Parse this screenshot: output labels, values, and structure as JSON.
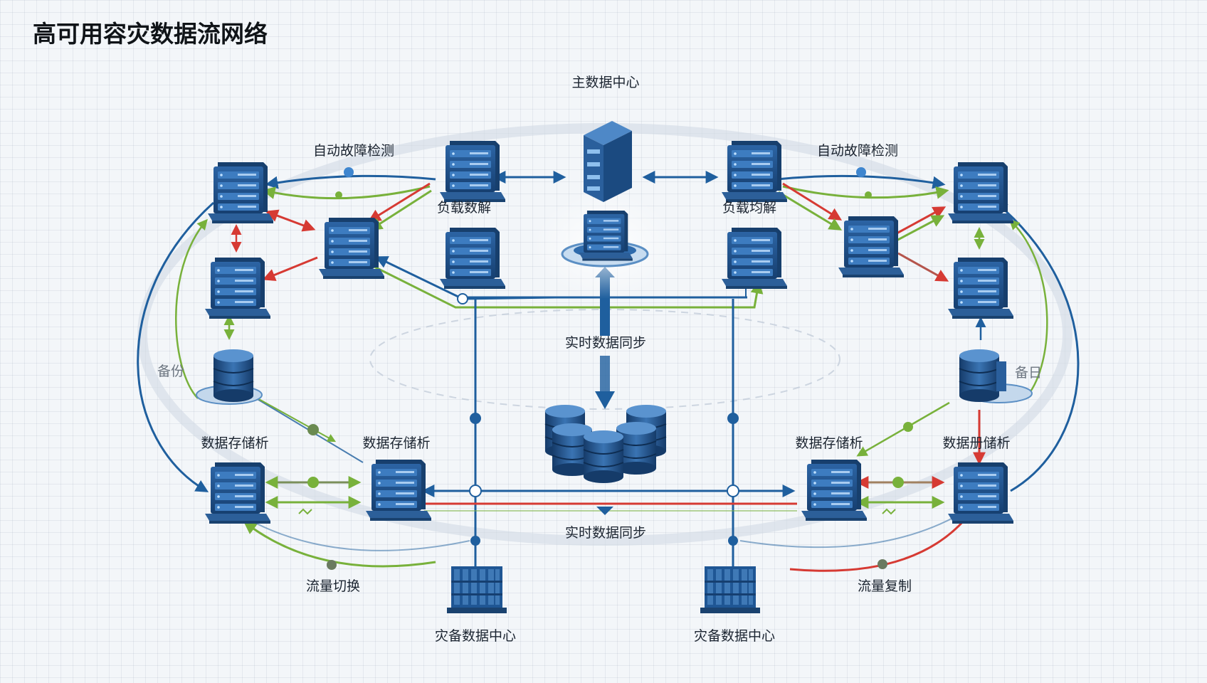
{
  "title": "高可用容灾数据流网络",
  "labels": {
    "primary_dc": "主数据中心",
    "auto_detect_left": "自动故障检测",
    "auto_detect_right": "自动故障检测",
    "load_balance_left": "负载数解",
    "load_balance_right": "负载均解",
    "realtime_sync_top": "实时数据同步",
    "realtime_sync_bottom": "实时数据同步",
    "storage_left_outer": "数据存储析",
    "storage_left_inner": "数据存储析",
    "storage_right_inner": "数据存储析",
    "storage_right_outer": "数据册储析",
    "backup_left_side": "备份",
    "backup_right_side": "备日",
    "traffic_switch": "流量切换",
    "traffic_copy": "流量复制",
    "dr_dc_left": "灾备数据中心",
    "dr_dc_right": "灾备数据中心"
  },
  "colors": {
    "server_dark": "#1d4e86",
    "server_light": "#3f79b6",
    "flow_blue": "#1f5f9e",
    "flow_green": "#78b13b",
    "flow_red": "#d63a33"
  },
  "icons": [
    "server-icon",
    "database-icon",
    "datacenter-building-icon",
    "arrow-icon"
  ]
}
